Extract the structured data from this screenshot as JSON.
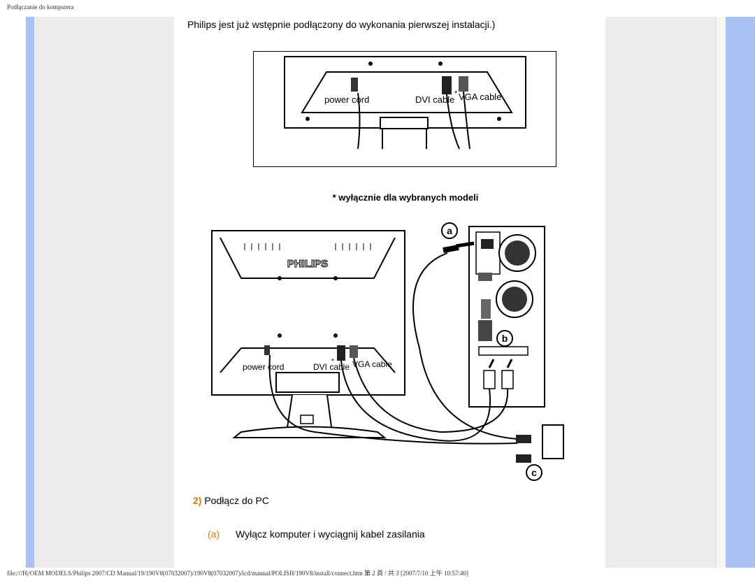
{
  "running_header": "Podłączanie do komputera",
  "intro_text": "Philips jest już wstępnie podłączony do wykonania pierwszej instalacji.)",
  "figure1": {
    "labels": [
      "power cord",
      "DVI cable",
      "VGA cable"
    ],
    "asterisk": "*"
  },
  "note": "* wyłącznie dla wybranych modeli",
  "figure2": {
    "brand": "PHILIPS",
    "labels": [
      "power cord",
      "DVI cable",
      "VGA cable"
    ],
    "asterisk": "*",
    "callouts": [
      "a",
      "b",
      "c"
    ]
  },
  "step": {
    "number": "2)",
    "text": "Podłącz do PC"
  },
  "substep": {
    "letter": "(a)",
    "text": "Wyłącz komputer i wyciągnij kabel zasilania"
  },
  "footer": "file:///H|/OEM MODELS/Philips 2007/CD Manual/19/190V8(07032007)/190V8(07032007)/lcd/manual/POLISH/190V8/install/connect.htm 第 2 頁 / 共 3 [2007/7/10 上午 10:57:40]"
}
